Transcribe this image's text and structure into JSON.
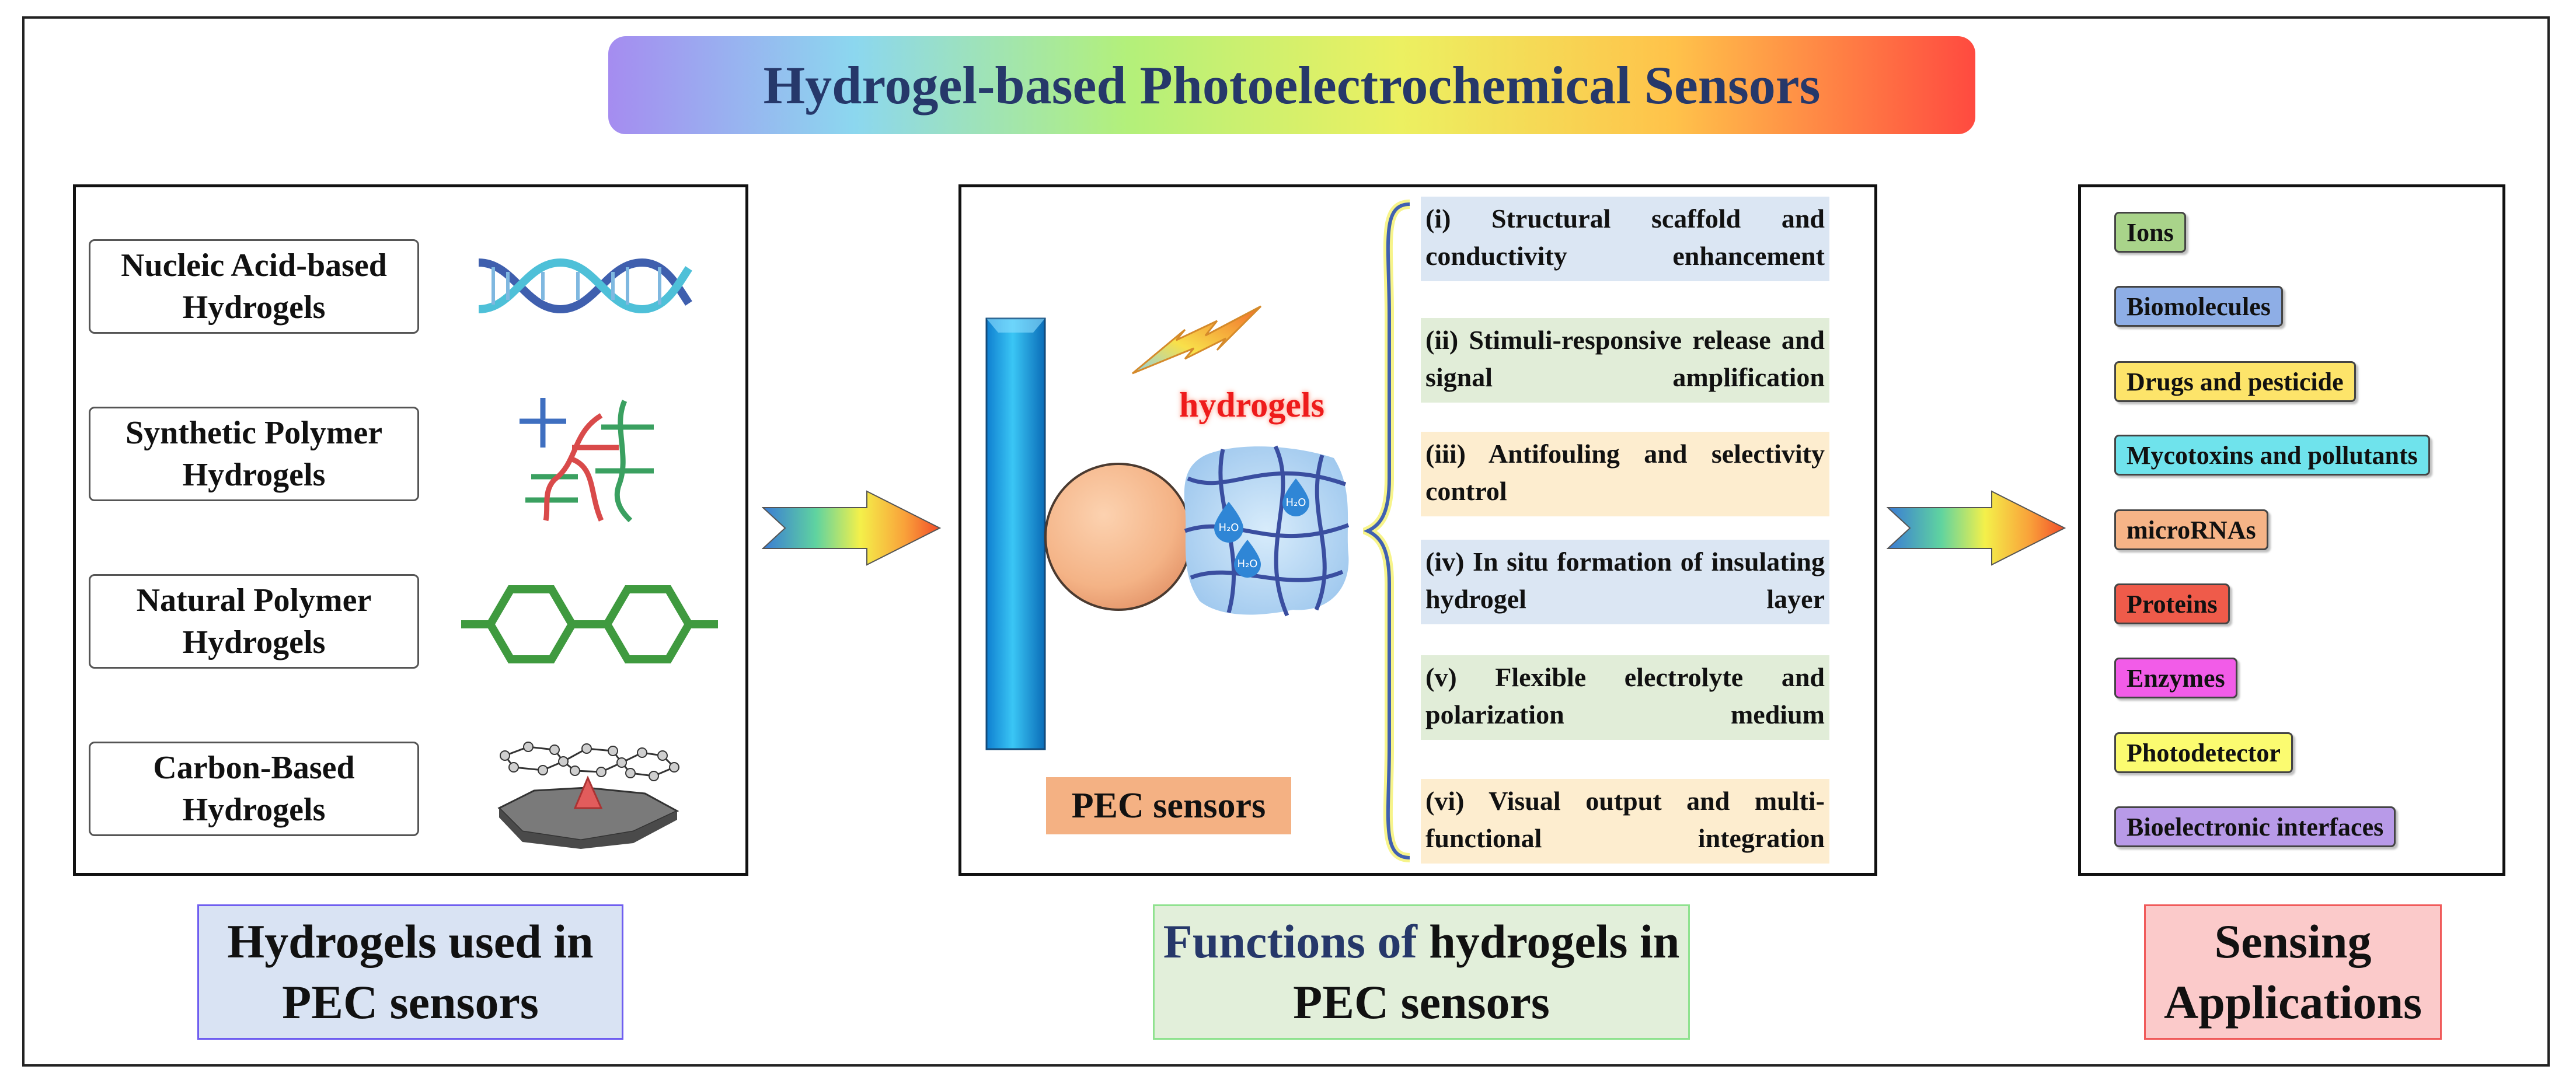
{
  "title": "Hydrogel-based Photoelectrochemical Sensors",
  "hydrogel_types": [
    {
      "label": "Nucleic Acid-based Hydrogels",
      "color": "#6fe3f0",
      "icon": "dna-icon"
    },
    {
      "label": "Synthetic Polymer Hydrogels",
      "color": "#fde39a",
      "icon": "polymer-network-icon"
    },
    {
      "label": "Natural Polymer Hydrogels",
      "color": "#f8c7a6",
      "icon": "hexagon-chain-icon"
    },
    {
      "label": "Carbon-Based Hydrogels",
      "color": "#a2d08a",
      "icon": "graphene-icon"
    }
  ],
  "center": {
    "hydrogels_label": "hydrogels",
    "pec_label": "PEC sensors",
    "water_label": "H₂O"
  },
  "functions": [
    {
      "text": "(i) Structural scaffold and conductivity enhancement",
      "color": "#dbe6f3"
    },
    {
      "text": "(ii) Stimuli-responsive release and signal amplification",
      "color": "#e1edd8"
    },
    {
      "text": "(iii) Antifouling and selectivity control",
      "color": "#fdedcf"
    },
    {
      "text": "(iv) In situ formation of insulating hydrogel layer",
      "color": "#dbe6f3"
    },
    {
      "text": "(v) Flexible electrolyte and polarization medium",
      "color": "#e1edd8"
    },
    {
      "text": "(vi) Visual output and multi-functional integration",
      "color": "#fdedcf"
    }
  ],
  "applications": [
    {
      "label": "Ions",
      "color": "#a9d48a"
    },
    {
      "label": "Biomolecules",
      "color": "#8eaee6"
    },
    {
      "label": "Drugs and pesticide",
      "color": "#fde46a"
    },
    {
      "label": "Mycotoxins and pollutants",
      "color": "#6fe3ec"
    },
    {
      "label": "microRNAs",
      "color": "#f6b487"
    },
    {
      "label": "Proteins",
      "color": "#ef5b4a"
    },
    {
      "label": "Enzymes",
      "color": "#f25ce8"
    },
    {
      "label": "Photodetector",
      "color": "#fbfb70"
    },
    {
      "label": "Bioelectronic interfaces",
      "color": "#b89ae8"
    }
  ],
  "captions": {
    "left": "Hydrogels used in PEC sensors",
    "center_part1": "Functions of",
    "center_part2": "hydrogels in PEC sensors",
    "right": "Sensing Applications"
  }
}
